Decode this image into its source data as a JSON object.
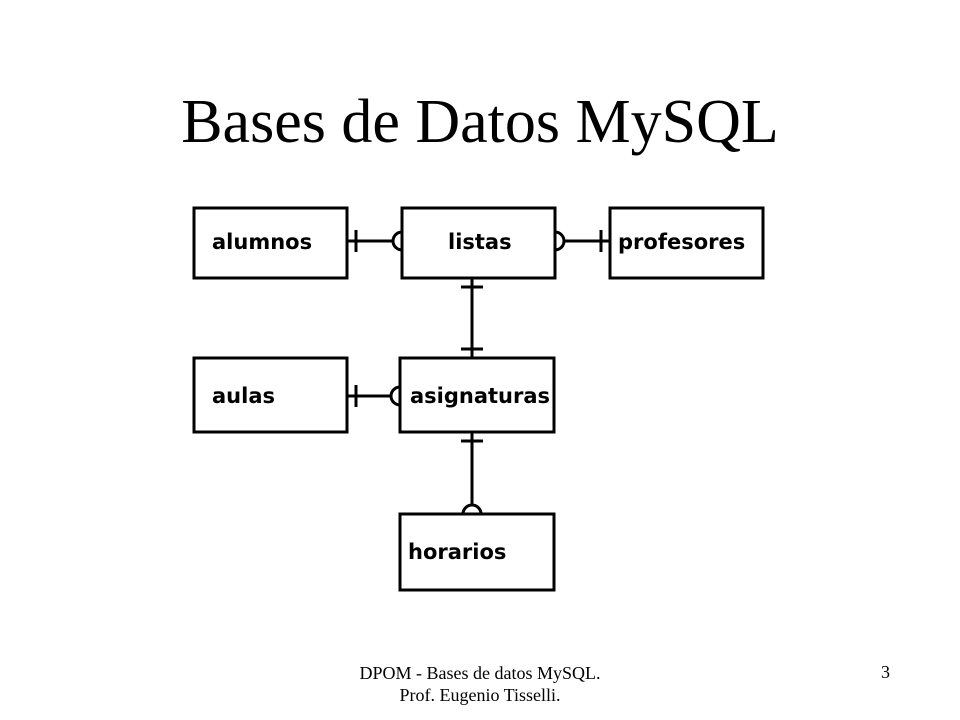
{
  "title": "Bases de Datos MySQL",
  "entities": {
    "alumnos": "alumnos",
    "listas": "listas",
    "profesores": "profesores",
    "aulas": "aulas",
    "asignaturas": "asignaturas",
    "horarios": "horarios"
  },
  "relationships": [
    {
      "from": "alumnos",
      "to": "listas",
      "from_cardinality": "one",
      "to_cardinality": "many"
    },
    {
      "from": "listas",
      "to": "profesores",
      "from_cardinality": "many",
      "to_cardinality": "one"
    },
    {
      "from": "listas",
      "to": "asignaturas",
      "from_cardinality": "one",
      "to_cardinality": "one"
    },
    {
      "from": "aulas",
      "to": "asignaturas",
      "from_cardinality": "one",
      "to_cardinality": "many"
    },
    {
      "from": "asignaturas",
      "to": "horarios",
      "from_cardinality": "one",
      "to_cardinality": "many"
    }
  ],
  "footer": {
    "line1": "DPOM - Bases de datos MySQL.",
    "line2": "Prof. Eugenio Tisselli.",
    "page_number": "3"
  }
}
